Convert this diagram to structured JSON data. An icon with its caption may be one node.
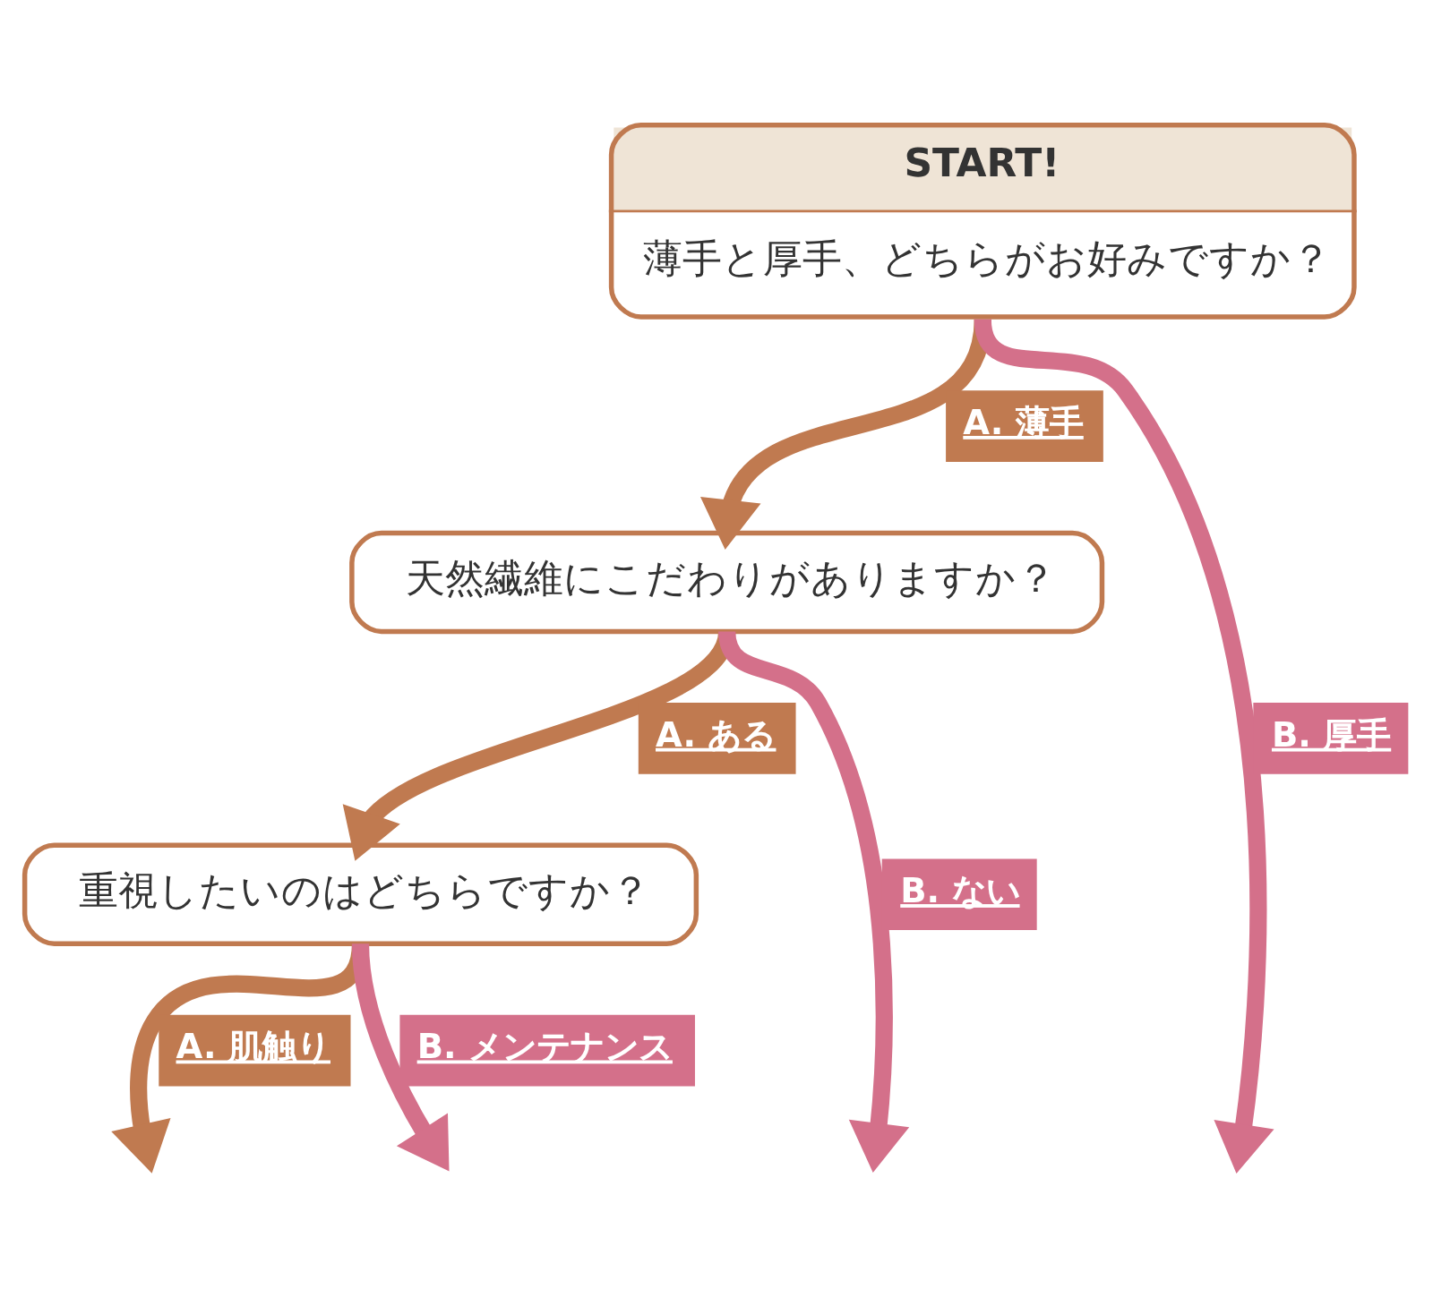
{
  "diagram": {
    "nodes": [
      {
        "text": [
          "START!",
          "薄手と厚手、どちらがお好みですか？"
        ]
      },
      {
        "text": [
          "天然繊維にこだわりがありますか？"
        ]
      },
      {
        "text": [
          "重視したいのはどちらですか？"
        ]
      }
    ],
    "edges": [
      {
        "from": 0,
        "to": 1,
        "arrow": "to",
        "label": "A. 薄手",
        "color": "#c07a50"
      },
      {
        "from": 0,
        "to": null,
        "arrow": "to",
        "label": "B. 厚手",
        "color": "#d4708a"
      },
      {
        "from": 1,
        "to": 2,
        "arrow": "to",
        "label": "A. ある",
        "color": "#c07a50"
      },
      {
        "from": 1,
        "to": null,
        "arrow": "to",
        "label": "B. ない",
        "color": "#d4708a"
      },
      {
        "from": 2,
        "to": null,
        "arrow": "to",
        "label": "A. 肌触り",
        "color": "#c07a50"
      },
      {
        "from": 2,
        "to": null,
        "arrow": "to",
        "label": "B. メンテナンス",
        "color": "#d4708a"
      }
    ]
  }
}
